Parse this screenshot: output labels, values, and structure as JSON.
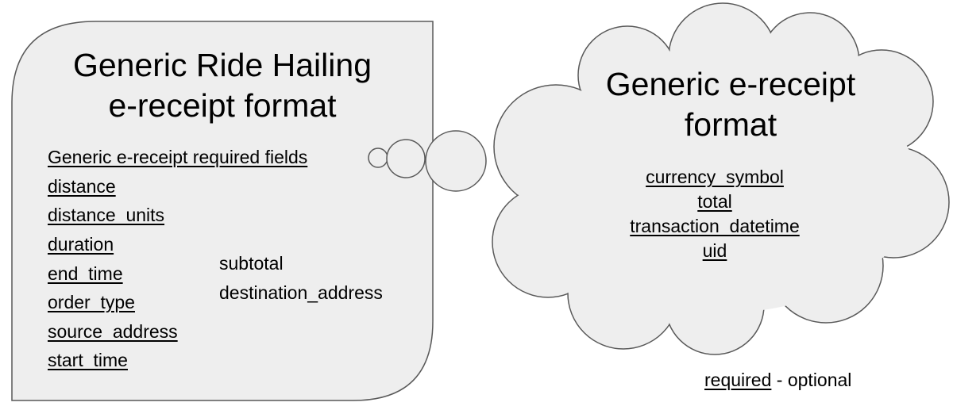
{
  "ride_hailing_box": {
    "title_line1": "Generic Ride Hailing",
    "title_line2": "e-receipt format",
    "required_fields": [
      "Generic e-receipt required fields",
      "distance",
      "distance_units",
      "duration",
      "end_time",
      "order_type",
      "source_address",
      "start_time"
    ],
    "optional_fields": [
      "subtotal",
      "destination_address"
    ]
  },
  "generic_cloud": {
    "title_line1": "Generic e-receipt",
    "title_line2": "format",
    "required_fields": [
      "currency_symbol",
      "total",
      "transaction_datetime",
      "uid"
    ]
  },
  "legend": {
    "required": "required",
    "separator": " - ",
    "optional": "optional"
  },
  "colors": {
    "shape_fill": "#eeeeee",
    "shape_stroke": "#595959",
    "text": "#000000"
  }
}
